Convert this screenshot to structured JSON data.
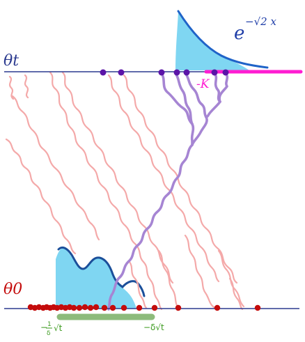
{
  "labels": {
    "theta_t": "θt",
    "theta_0": "θ0",
    "exp_base": "e",
    "exp_power": "−√2 x",
    "minus_k": "-K",
    "left_bound_prefix": "−",
    "left_bound_num": "1",
    "left_bound_den": "δ",
    "left_bound_sqrt": "√t",
    "right_bound": "−δ√t"
  },
  "colors": {
    "axis": "#2b3a8f",
    "density_fill": "#7fd6f2",
    "density_stroke": "#1f63c8",
    "bottom_curve_stroke": "#1b4f9a",
    "highlight_segment": "#ff1dd2",
    "minus_k_label": "#ff1dd2",
    "red_paths": "#f4a9a9",
    "purple_paths": "#a685d3",
    "red_dots": "#c40c0c",
    "purple_dots": "#5b14a8",
    "green_bar": "#8dbb7b",
    "green_text": "#3b9a1e"
  }
}
